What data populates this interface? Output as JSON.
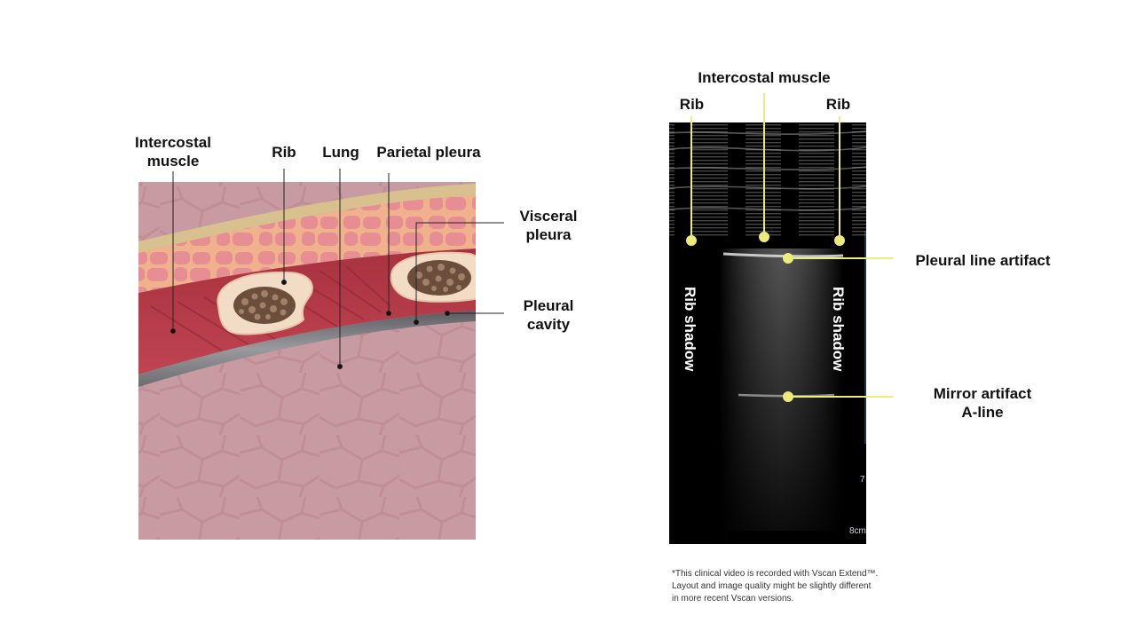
{
  "anatomy": {
    "labels": {
      "intercostal_muscle": [
        "Intercostal",
        "muscle"
      ],
      "rib": "Rib",
      "lung": "Lung",
      "parietal_pleura": "Parietal pleura",
      "visceral_pleura": [
        "Visceral",
        "pleura"
      ],
      "pleural_cavity": [
        "Pleural",
        "cavity"
      ]
    }
  },
  "ultrasound": {
    "labels": {
      "intercostal_muscle": "Intercostal muscle",
      "rib_left": "Rib",
      "rib_right": "Rib",
      "rib_shadow_left": "Rib shadow",
      "rib_shadow_right": "Rib shadow",
      "pleural_line_artifact": "Pleural line artifact",
      "mirror_artifact": [
        "Mirror artifact",
        "A-line"
      ]
    },
    "depth_tick": "7",
    "depth_scale": "8cm"
  },
  "footnote": [
    "*This clinical video is recorded with Vscan Extend™.",
    "Layout and image quality might be slightly different",
    "in more recent Vscan versions."
  ],
  "colors": {
    "skin": "#d8c08f",
    "fat": "#e78d94",
    "fat_border": "#efb28c",
    "muscle": "#b43a47",
    "pleura": "#7c7c80",
    "lung": "#c89ba3",
    "bone": "#f2dcc6",
    "marrow": "#7a5b45",
    "leader_yellow": "#ecec7e"
  }
}
